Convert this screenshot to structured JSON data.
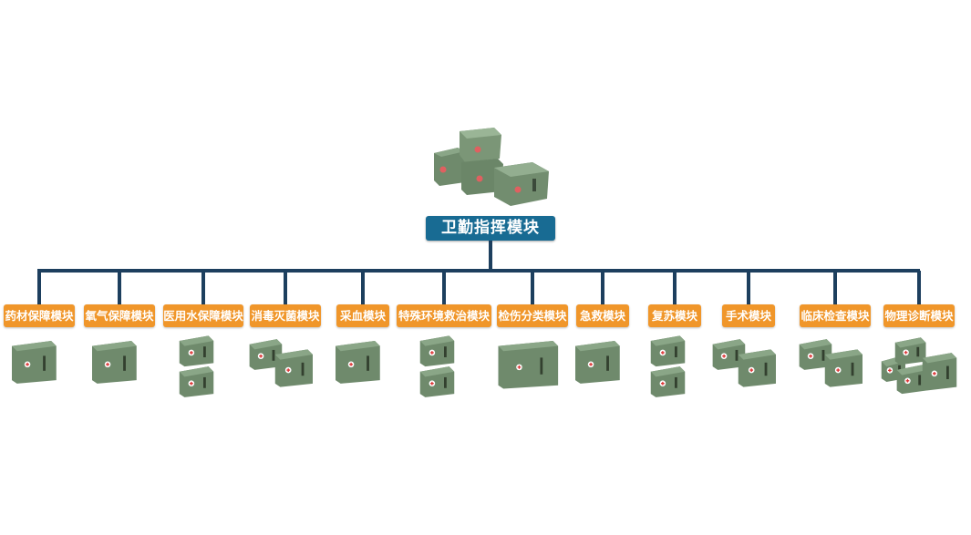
{
  "diagram": {
    "type": "org-tree",
    "root": {
      "label": "卫勤指挥模块",
      "icon": "military-medical-cases-group",
      "color": "#186b93"
    },
    "connector_color": "#1d3f5e",
    "child_label_color": "#f0962a",
    "children": [
      {
        "label": "药材保障模块",
        "icon": "medical-case-icon"
      },
      {
        "label": "氧气保障模块",
        "icon": "medical-case-icon"
      },
      {
        "label": "医用水保障模块",
        "icon": "stacked-cases-icon"
      },
      {
        "label": "消毒灭菌模块",
        "icon": "two-cases-icon"
      },
      {
        "label": "采血模块",
        "icon": "medical-case-icon"
      },
      {
        "label": "特殊环境救治模块",
        "icon": "stacked-cases-icon"
      },
      {
        "label": "检伤分类模块",
        "icon": "wide-case-icon"
      },
      {
        "label": "急救模块",
        "icon": "medical-case-icon"
      },
      {
        "label": "复苏模块",
        "icon": "stacked-cases-icon"
      },
      {
        "label": "手术模块",
        "icon": "two-cases-icon"
      },
      {
        "label": "临床检查模块",
        "icon": "two-cases-icon"
      },
      {
        "label": "物理诊断模块",
        "icon": "cases-cluster-icon"
      }
    ]
  }
}
